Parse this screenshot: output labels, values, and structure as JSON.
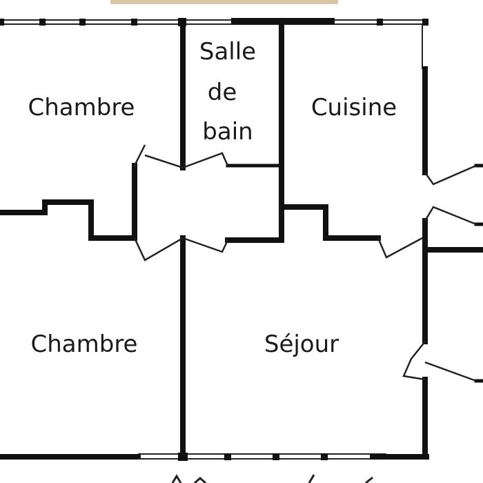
{
  "rooms": {
    "bedroom_top": "Chambre",
    "bathroom_line1": "Salle",
    "bathroom_line2": "de",
    "bathroom_line3": "bain",
    "kitchen": "Cuisine",
    "bedroom_bottom": "Chambre",
    "living_room": "Séjour"
  },
  "colors": {
    "walls": "#111111",
    "background": "#ffffff",
    "top_strip": "#d9c6a8"
  }
}
